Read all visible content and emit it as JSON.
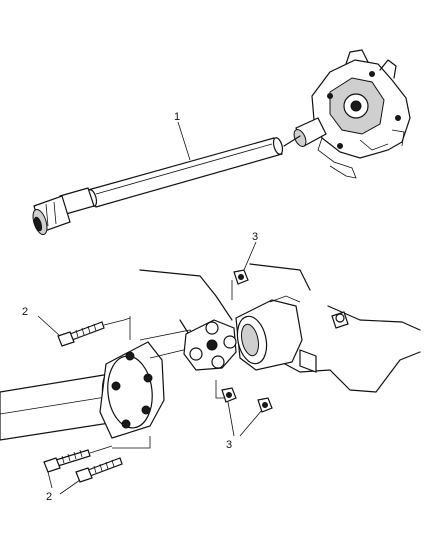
{
  "callouts": {
    "c1": "1",
    "c2_upper": "2",
    "c2_lower": "2",
    "c3_upper": "3",
    "c3_lower": "3"
  }
}
